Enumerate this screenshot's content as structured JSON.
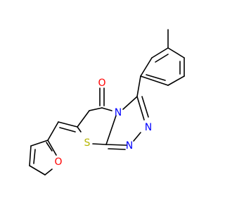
{
  "molecule": {
    "atom_labels": {
      "oxygen_carbonyl": "O",
      "nitrogen_bridgehead": "N",
      "nitrogen_ring_upper": "N",
      "nitrogen_ring_lower": "N",
      "sulfur": "S",
      "oxygen_furan": "O"
    },
    "colors": {
      "bond": "#000000",
      "oxygen": "#ff0000",
      "nitrogen": "#0000ff",
      "sulfur": "#b5b500"
    }
  }
}
